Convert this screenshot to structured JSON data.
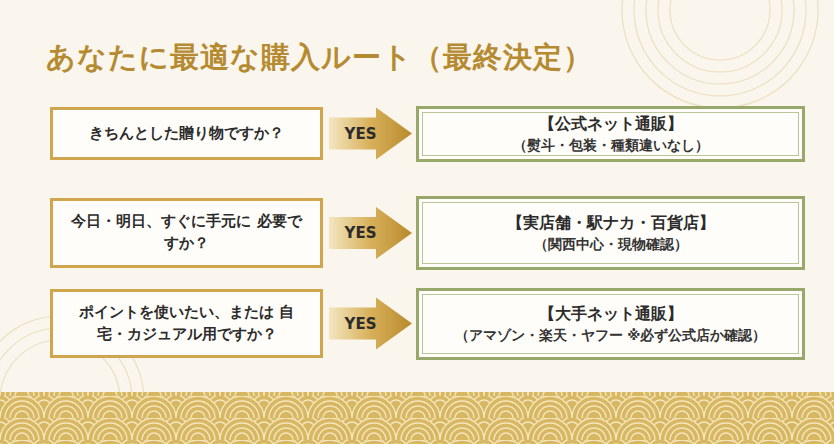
{
  "diagram": {
    "title": "あなたに最適な購入ルート（最終決定）",
    "nodes": [
      {
        "text": [
          "きちんとした贈り物ですか？"
        ]
      },
      {
        "text": [
          "【公式ネット通販】",
          "（熨斗・包装・種類違いなし）"
        ]
      },
      {
        "text": [
          "今日・明日、すぐに手元に 必要ですか？"
        ]
      },
      {
        "text": [
          "【実店舗・駅ナカ・百貨店】",
          "（関西中心・現物確認）"
        ]
      },
      {
        "text": [
          "ポイントを使いたい、または 自宅・カジュアル用ですか？"
        ]
      },
      {
        "text": [
          "【大手ネット通販】",
          "（アマゾン・楽天・ヤフー ※必ず公式店か確認）"
        ]
      }
    ],
    "edges": [
      {
        "from": 0,
        "to": 1,
        "label": "YES",
        "arrow": "to"
      },
      {
        "from": 2,
        "to": 3,
        "label": "YES",
        "arrow": "to"
      },
      {
        "from": 4,
        "to": 5,
        "label": "YES",
        "arrow": "to"
      }
    ]
  }
}
